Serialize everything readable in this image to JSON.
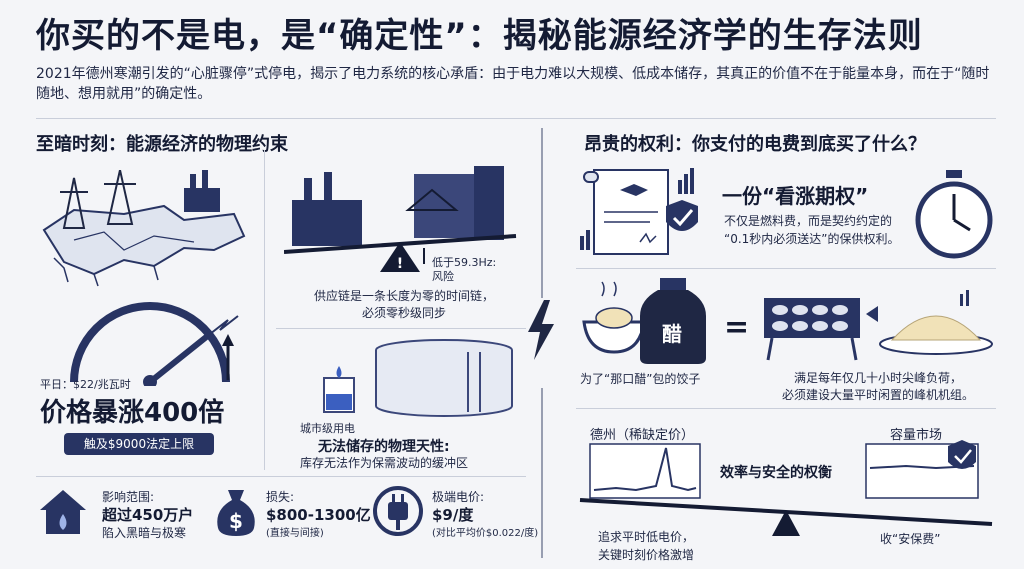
{
  "title": "你买的不是电，是“确定性”：揭秘能源经济学的生存法则",
  "intro": "2021年德州寒潮引发的“心脏骤停”式停电，揭示了电力系统的核心承盾：由于电力难以大规模、低成本储存，其真正的价值不在于能量本身，而在于“随时随地、想用就用”的确定性。",
  "left": {
    "heading": "至暗时刻：能源经济的物理约束",
    "gauge": {
      "normal": "平日：$22/兆瓦时",
      "headline": "价格暴涨400倍",
      "cap": "触及$9000法定上限"
    },
    "grid": {
      "risk_line1": "低于59.3Hz:",
      "risk_line2": "风险",
      "caption_line1": "供应链是一条长度为零的时间链，",
      "caption_line2": "必须零秒级同步"
    },
    "storage": {
      "cup_label": "城市级用电",
      "headline": "无法储存的物理天性:",
      "sub": "库存无法作为保需波动的缓冲区"
    },
    "stats": [
      {
        "label": "影响范围:",
        "value": "超过450万户",
        "sub": "陷入黑暗与极寒"
      },
      {
        "label": "损失:",
        "value": "$800-1300亿",
        "sub": "(直接与间接)"
      },
      {
        "label": "极端电价:",
        "value": "$9/度",
        "sub": "(对比平均价$0.022/度)"
      }
    ]
  },
  "right": {
    "heading": "昂贵的权利：你支付的电费到底买了什么？",
    "option": {
      "headline": "一份“看涨期权”",
      "line1": "不仅是燃料费，而是契约约定的",
      "line2": "“0.1秒内必须送达”的保供权利。"
    },
    "dumpling": {
      "vinegar_char": "醋",
      "equals": "=",
      "left_caption": "为了“那口醋”包的饺子",
      "right_line1": "满足每年仅几十小时尖峰负荷，",
      "right_line2": "必须建设大量平时闲置的峰机机组。"
    },
    "balance": {
      "left_title": "德州（稀缺定价）",
      "right_title": "容量市场",
      "center": "效率与安全的权衡",
      "left_caption1": "追求平时低电价，",
      "left_caption2": "关键时刻价格激增",
      "right_caption": "收“安保费”"
    }
  },
  "colors": {
    "navy": "#283463",
    "dark": "#141b33",
    "light": "#c9ceda",
    "bg": "#f4f5f8"
  }
}
